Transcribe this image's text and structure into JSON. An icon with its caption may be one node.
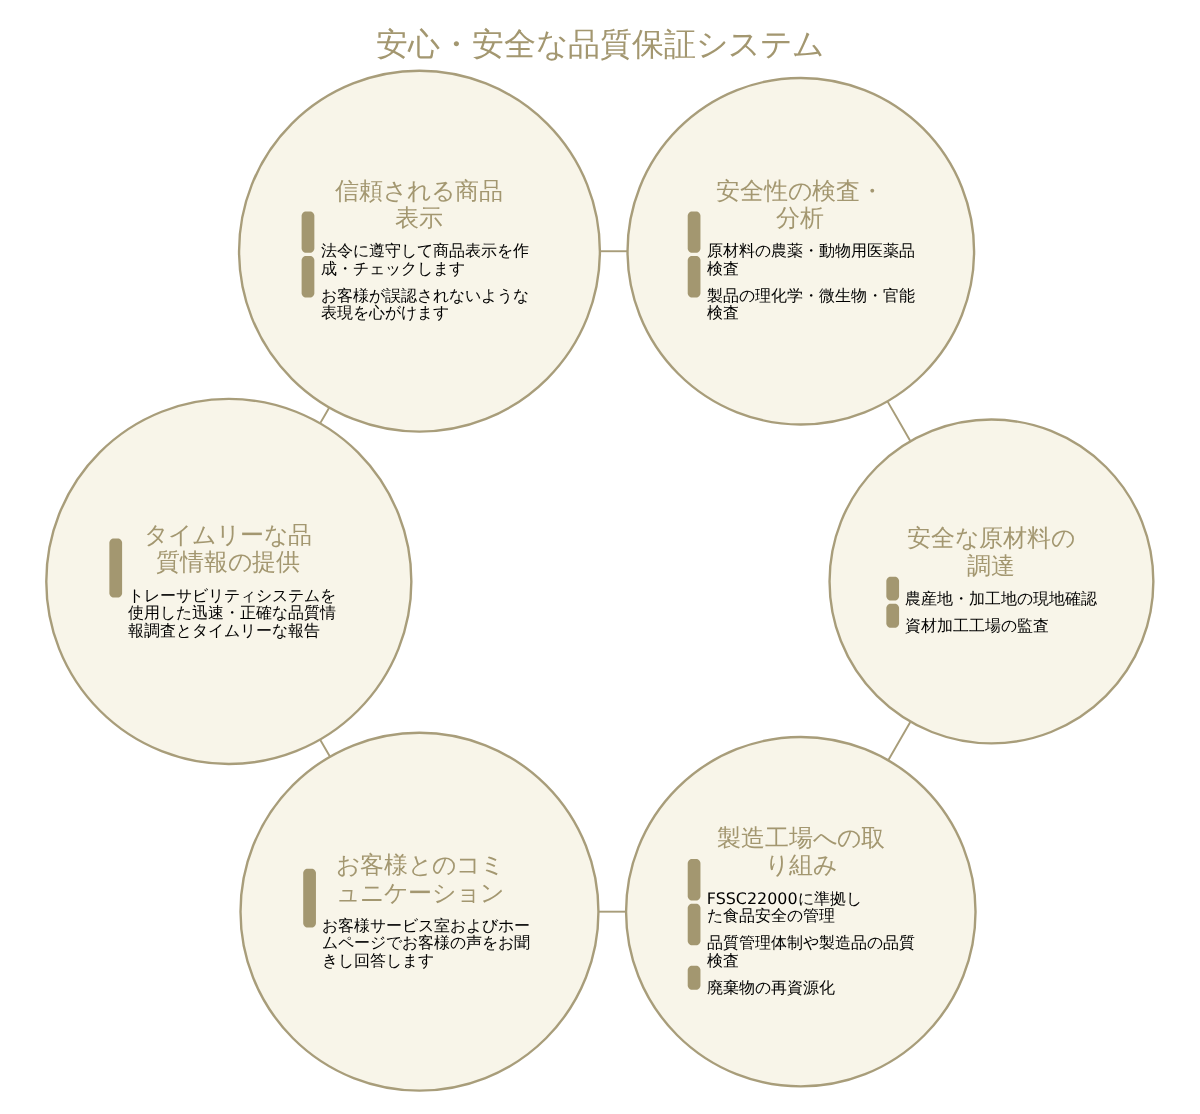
{
  "diagram": {
    "title": "安心・安全な品質保証システム",
    "nodes": [
      {
        "text": [
          "製造工場への取り組み",
          "FSSC22000に準拠した食品安全の管理",
          "品質管理体制や製造品の品質検査",
          "廃棄物の再資源化"
        ]
      },
      {
        "text": [
          "お客様とのコミュニケーション",
          "お客様サービス室およびホームページでお客様の声をお聞きし回答します"
        ]
      },
      {
        "text": [
          "安全な原材料の調達",
          "農産地・加工地の現地確認",
          "資材加工工場の監査"
        ]
      },
      {
        "text": [
          "タイムリーな品質情報の提供",
          "トレーサビリティシステムを使用した迅速・正確な品質情報調査とタイムリーな報告"
        ]
      },
      {
        "text": [
          "安全性の検査・分析",
          "原材料の農薬・動物用医薬品検査",
          "製品の理化学・微生物・官能検査"
        ]
      },
      {
        "text": [
          "信頼される商品表示",
          "法令に遵守して商品表示を作成・チェックします",
          "お客様が誤認されないような表現を心がけます"
        ]
      }
    ],
    "edges": [
      {
        "from": 0,
        "to": 1,
        "arrow": "none"
      },
      {
        "from": 1,
        "to": 3,
        "arrow": "none"
      },
      {
        "from": 3,
        "to": 5,
        "arrow": "none"
      },
      {
        "from": 5,
        "to": 4,
        "arrow": "none"
      },
      {
        "from": 4,
        "to": 2,
        "arrow": "none"
      },
      {
        "from": 2,
        "to": 0,
        "arrow": "none"
      }
    ]
  }
}
